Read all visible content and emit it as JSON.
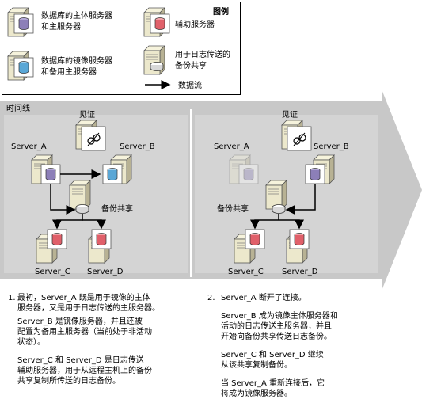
{
  "legend": {
    "title": "图例",
    "primary_db": [
      "数据库的主体服务器",
      "和主服务器"
    ],
    "secondary": "辅助服务器",
    "mirror_db": [
      "数据库的镜像服务器",
      "和备用主服务器"
    ],
    "backup_share": [
      "用于日志传送的",
      "备份共享"
    ],
    "dataflow": "数据流"
  },
  "timeline": {
    "label": "时间线",
    "left": {
      "witness": "见证",
      "server_a": "Server_A",
      "server_b": "Server_B",
      "share": "备份共享",
      "server_c": "Server_C",
      "server_d": "Server_D"
    },
    "right": {
      "witness": "见证",
      "server_a": "Server_A",
      "server_b": "Server_B",
      "share": "备份共享",
      "server_c": "Server_C",
      "server_d": "Server_D"
    }
  },
  "desc_left": {
    "num": "1.",
    "para1": [
      "最初，Server_A 既是用于镜像的主体",
      "服务器，又是用于日志传送的主服务器。"
    ],
    "para2": [
      "Server_B 是镜像服务器，并且还被",
      "配置为备用主服务器（当前处于非活动",
      "状态）。"
    ],
    "para3": [
      "Server_C 和 Server_D 是日志传送",
      "辅助服务器，用于从远程主机上的备份",
      "共享复制所传送的日志备份。"
    ]
  },
  "desc_right": {
    "num": "2.",
    "para1": [
      "Server_A 断开了连接。"
    ],
    "para2": [
      "Server_B 成为镜像主体服务器和",
      "活动的日志传送主服务器，并且",
      "开始向备份共享传送日志备份。"
    ],
    "para3": [
      "Server_C 和 Server_D 继续",
      "从该共享复制备份。"
    ],
    "para4": [
      "当 Server_A 重新连接后，它",
      "将成为镜像服务器。"
    ]
  },
  "colors": {
    "arrow_bg": "#c8c8c8",
    "primary_db": "#8c7fb8",
    "mirror_db": "#5aa7d6",
    "secondary_db": "#e0606a",
    "server_body": "#e8e4c8"
  }
}
